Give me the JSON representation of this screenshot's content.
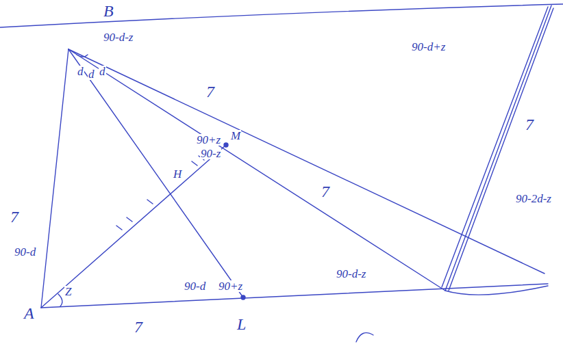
{
  "diagram": {
    "labels": [
      "B",
      "A",
      "Z",
      "90-d",
      "7",
      "d",
      "d",
      "d",
      "90-d-z",
      "7",
      "M",
      "90+z",
      "90-z",
      "H",
      "7",
      "90-d",
      "90+z",
      "L",
      "7",
      "90-d-z",
      "90-d+z",
      "7",
      "90-2d-z"
    ]
  }
}
